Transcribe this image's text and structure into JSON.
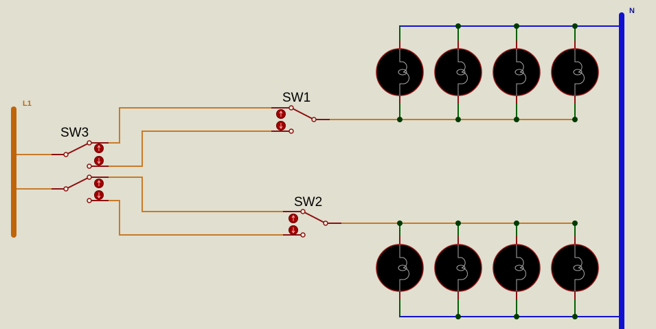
{
  "terminals": {
    "live": "L1",
    "neutral": "N"
  },
  "switches": {
    "sw1": "SW1",
    "sw2": "SW2",
    "sw3": "SW3"
  },
  "colors": {
    "live": "#c0640a",
    "neutral": "#1010d0",
    "wire": "#c87a28",
    "component": "#8c1010",
    "junction": "#003a00"
  },
  "lamps": {
    "top_row_count": 4,
    "bottom_row_count": 4
  }
}
